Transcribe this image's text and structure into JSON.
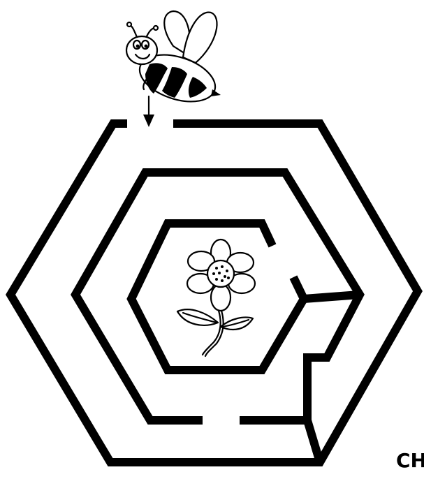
{
  "caption": {
    "text": "CH"
  },
  "maze": {
    "start": "bee",
    "goal": "flower",
    "shape": "hexagon",
    "rings": 3
  },
  "colors": {
    "background": "#ffffff",
    "walls": "#000000"
  },
  "icons": [
    "bee-icon",
    "arrow-down-icon",
    "flower-icon"
  ]
}
